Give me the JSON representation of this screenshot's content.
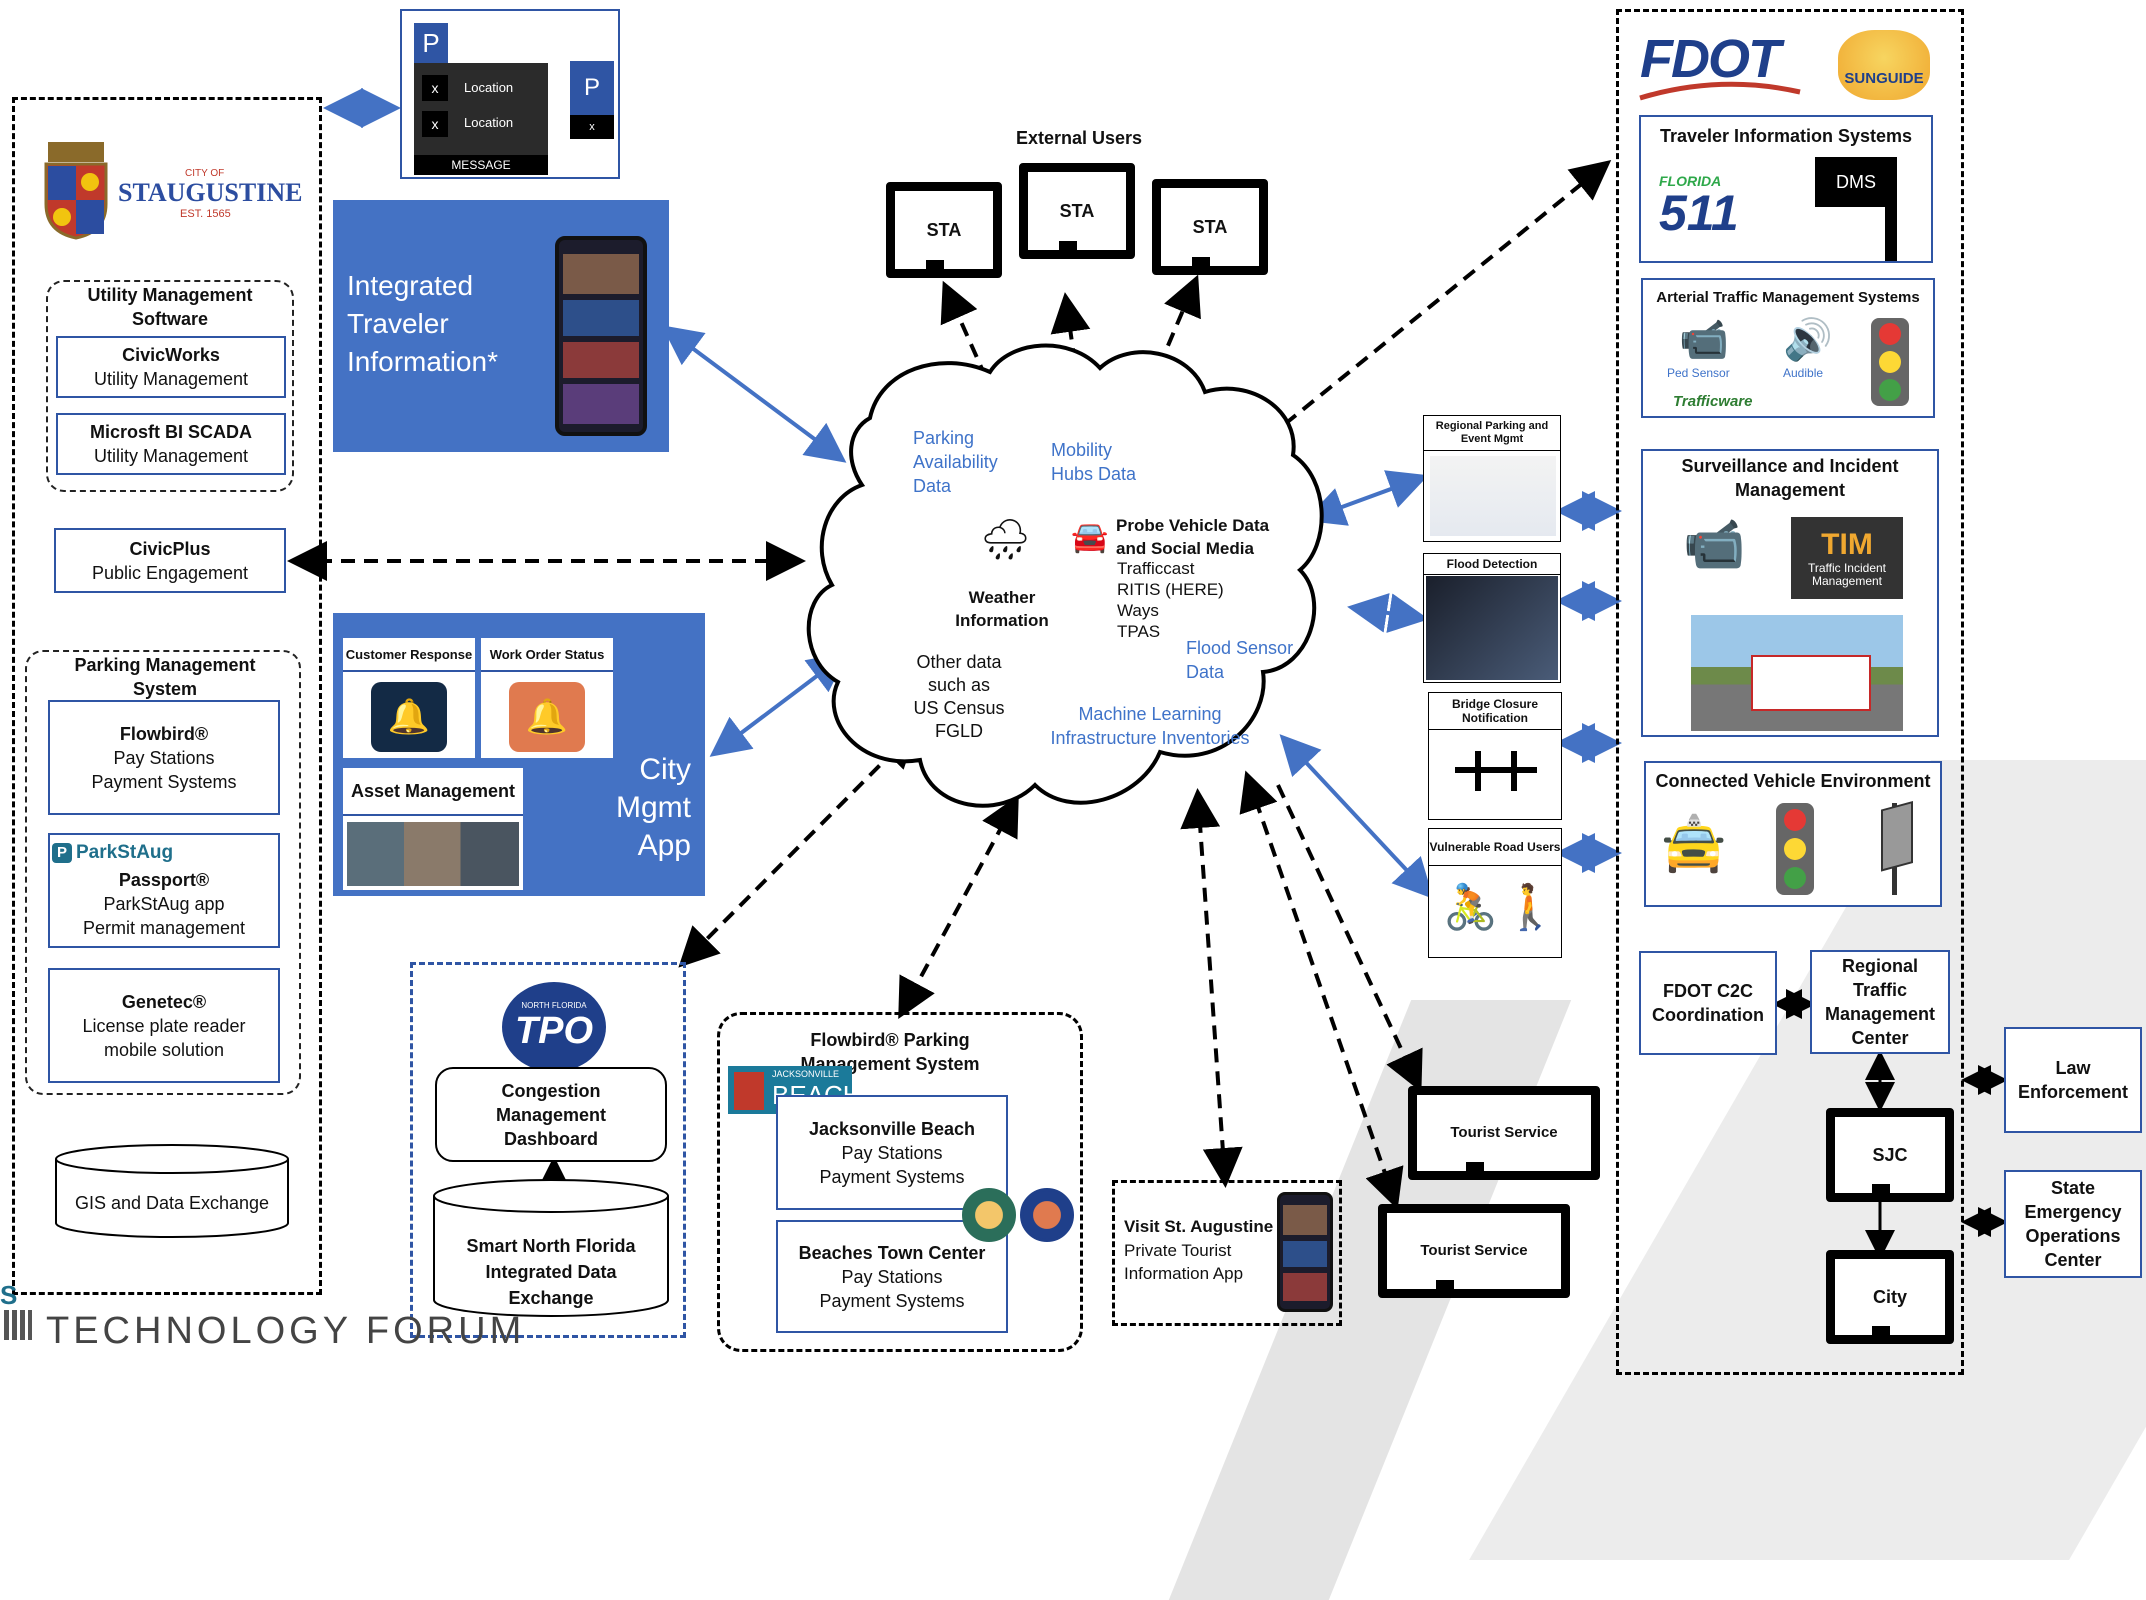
{
  "forum": {
    "title": "TECHNOLOGY FORUM",
    "letter": "S"
  },
  "parking_sign": {
    "p": "P",
    "row1": "Location",
    "row2": "Location",
    "x": "x",
    "message": "MESSAGE"
  },
  "st_augustine": {
    "logo_city_of": "CITY OF",
    "logo_name": "STAUGUSTINE",
    "logo_est": "EST. 1565",
    "utility_group": {
      "title": "Utility Management Software",
      "items": [
        {
          "title": "CivicWorks",
          "sub": "Utility Management"
        },
        {
          "title": "Microsft BI SCADA",
          "sub": "Utility Management"
        }
      ]
    },
    "civicplus": {
      "title": "CivicPlus",
      "sub": "Public Engagement"
    },
    "parking_group": {
      "title": "Parking Management System",
      "flowbird": {
        "title": "Flowbird®",
        "l1": "Pay Stations",
        "l2": "Payment Systems"
      },
      "passport": {
        "logo": "ParkStAug",
        "title": "Passport®",
        "l1": "ParkStAug app",
        "l2": "Permit management"
      },
      "genetec": {
        "title": "Genetec®",
        "l1": "License plate reader",
        "l2": "mobile solution"
      }
    },
    "gis": "GIS and Data Exchange"
  },
  "integrated": {
    "line1": "Integrated",
    "line2": "Traveler",
    "line3": "Information*"
  },
  "city_app": {
    "customer_response": "Customer Response",
    "work_order": "Work Order Status",
    "asset": "Asset Management",
    "label1": "City",
    "label2": "Mgmt",
    "label3": "App"
  },
  "tpo": {
    "logo_top": "NORTH FLORIDA",
    "logo_main": "TPO",
    "dashboard": "Congestion Management Dashboard",
    "exchange": "Smart North Florida Integrated Data Exchange"
  },
  "flowbird_jax": {
    "title": "Flowbird® Parking Management System",
    "logo": "BEACH",
    "logo_small": "JACKSONVILLE",
    "jb": {
      "title": "Jacksonville Beach",
      "l1": "Pay Stations",
      "l2": "Payment Systems"
    },
    "btc": {
      "title": "Beaches Town Center",
      "l1": "Pay Stations",
      "l2": "Payment Systems"
    }
  },
  "visit": {
    "title": "Visit St. Augustine",
    "l1": "Private Tourist",
    "l2": "Information App"
  },
  "external_users": "External Users",
  "sta": [
    "STA",
    "STA",
    "STA"
  ],
  "cloud": {
    "parking": [
      "Parking",
      "Availability",
      "Data"
    ],
    "mobility": [
      "Mobility",
      "Hubs Data"
    ],
    "probe_title": [
      "Probe Vehicle  Data",
      "and Social Media"
    ],
    "probe_items": [
      "Trafficcast",
      "RITIS (HERE)",
      "Ways",
      "TPAS"
    ],
    "weather": [
      "Weather",
      "Information"
    ],
    "other": [
      "Other data",
      "such as",
      "US Census",
      "FGLD"
    ],
    "flood": [
      "Flood Sensor",
      "Data"
    ],
    "ml": [
      "Machine Learning",
      "Infrastructure Inventories"
    ]
  },
  "mid_right": {
    "regional_parking": "Regional Parking and Event Mgmt",
    "flood_detection": "Flood Detection",
    "bridge": "Bridge Closure Notification",
    "vru": "Vulnerable Road Users"
  },
  "tourist": [
    "Tourist Service",
    "Tourist Service"
  ],
  "fdot": {
    "logo": "FDOT",
    "sunguide": "SUNGUIDE",
    "traveler_info": {
      "title": "Traveler Information Systems",
      "fl511_top": "FLORIDA",
      "fl511": "511",
      "dms": "DMS"
    },
    "atms": {
      "title": "Arterial Traffic Management Systems",
      "ped": "Ped Sensor",
      "audible": "Audible",
      "trafficware": "Trafficware"
    },
    "surveillance": {
      "title": "Surveillance and Incident Management",
      "tim": "TIM",
      "tim_sub": "Traffic Incident Management"
    },
    "cv": {
      "title": "Connected Vehicle Environment"
    },
    "c2c": "FDOT C2C Coordination",
    "rtmc": "Regional Traffic Management Center",
    "sjc": "SJC",
    "city": "City"
  },
  "law": "Law Enforcement",
  "seoc": "State Emergency Operations Center"
}
